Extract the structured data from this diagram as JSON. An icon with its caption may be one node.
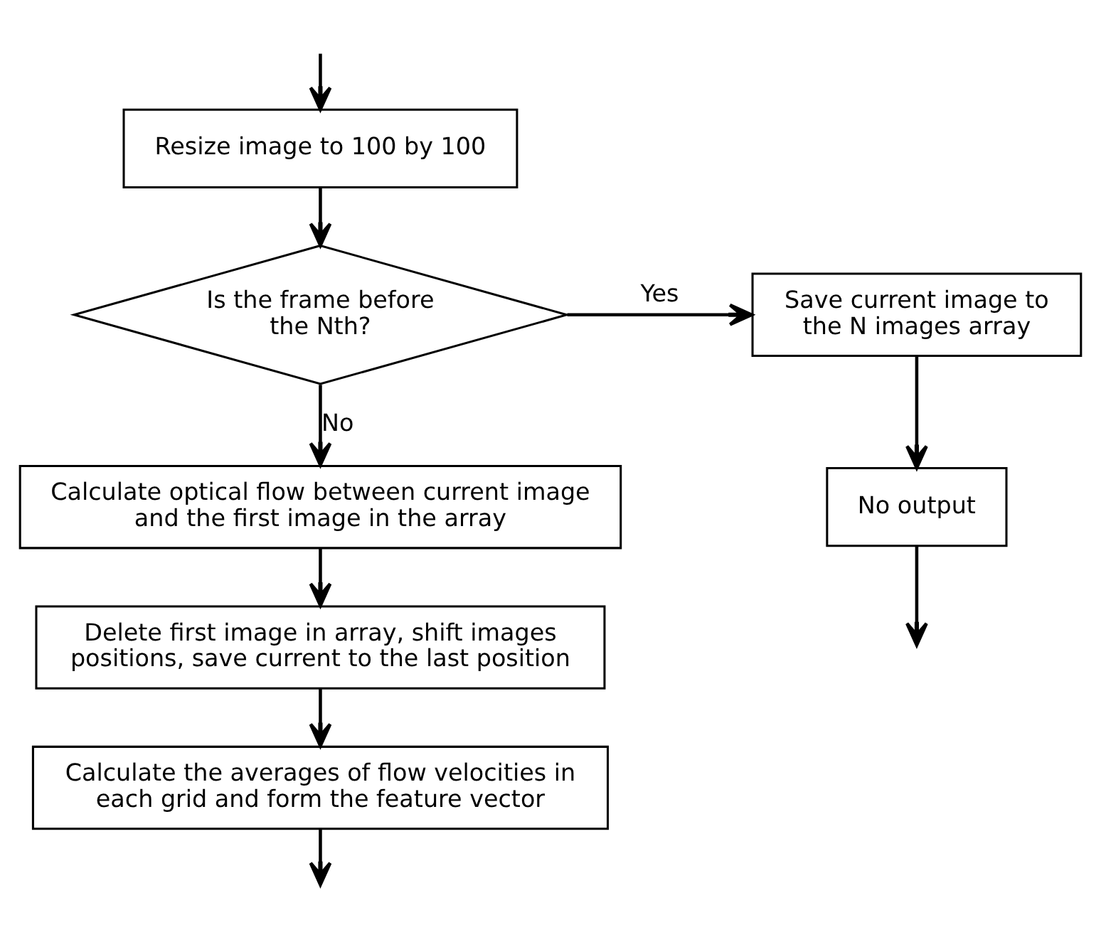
{
  "diagram": {
    "nodes": [
      {
        "text": [
          "Resize image to 100 by 100"
        ]
      },
      {
        "text": [
          "Is the frame before the Nth?"
        ]
      },
      {
        "text": [
          "Save current image to the N images array"
        ]
      },
      {
        "text": [
          "No output"
        ]
      },
      {
        "text": [
          "Calculate optical flow between current image and the first image in the array"
        ]
      },
      {
        "text": [
          "Delete first image in array, shift images positions, save current to the last position"
        ]
      },
      {
        "text": [
          "Calculate the averages of flow velocities in each grid and form the feature vector"
        ]
      }
    ],
    "edges": [
      {
        "from": null,
        "to": 0,
        "arrow": "to"
      },
      {
        "from": 0,
        "to": 1,
        "arrow": "to"
      },
      {
        "from": 1,
        "to": 2,
        "arrow": "to",
        "label": "Yes"
      },
      {
        "from": 2,
        "to": 3,
        "arrow": "to"
      },
      {
        "from": 3,
        "to": null,
        "arrow": "to"
      },
      {
        "from": 1,
        "to": 4,
        "arrow": "to",
        "label": "No"
      },
      {
        "from": 4,
        "to": 5,
        "arrow": "to"
      },
      {
        "from": 5,
        "to": 6,
        "arrow": "to"
      },
      {
        "from": 6,
        "to": null,
        "arrow": "to"
      }
    ]
  }
}
